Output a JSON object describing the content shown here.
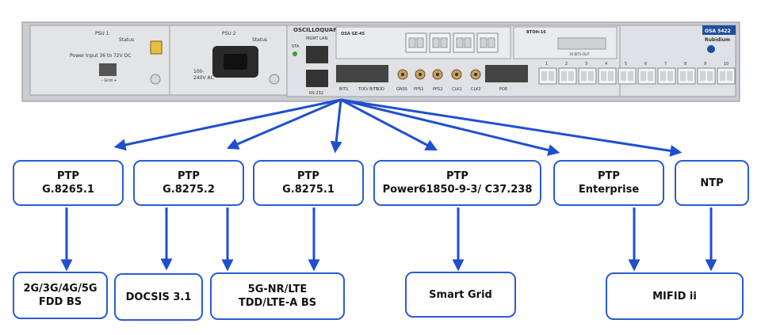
{
  "device": {
    "brand": "OSCILLOQUARTZ",
    "model": "OSA 5422",
    "model_sub": "Rubidium",
    "psu1": "PSU 1",
    "psu2": "PSU 2",
    "status1": "Status",
    "status2": "Status",
    "power_input": "Power Input 36 to 72V DC",
    "grid": "- Grid +",
    "ac_label1": "100-",
    "ac_label2": "240V AC",
    "sta": "STA",
    "mgmt_lan": "MGMT LAN",
    "rs232": "RS-232",
    "card1": "OSA GE-4S",
    "card2": "BTOH-16",
    "bits_out": "16 BITS-OUT",
    "ports": [
      "BITS",
      "TOD/ BITS",
      "TOD",
      "GNSS",
      "PPS1",
      "PPS2",
      "CLK1",
      "CLK2",
      "POE"
    ],
    "sfp_numbers": [
      "1",
      "2",
      "3",
      "4",
      "5",
      "6",
      "7",
      "8",
      "9",
      "10"
    ]
  },
  "protocols": [
    {
      "label": "PTP\nG.8265.1"
    },
    {
      "label": "PTP\nG.8275.2"
    },
    {
      "label": "PTP\nG.8275.1"
    },
    {
      "label": "PTP\nPower61850-9-3/ C37.238"
    },
    {
      "label": "PTP\nEnterprise"
    },
    {
      "label": "NTP"
    }
  ],
  "applications": [
    {
      "label": "2G/3G/4G/5G\nFDD BS"
    },
    {
      "label": "DOCSIS 3.1"
    },
    {
      "label": "5G-NR/LTE\nTDD/LTE-A BS"
    },
    {
      "label": "Smart Grid"
    },
    {
      "label": "MIFID ii"
    }
  ],
  "colors": {
    "accent": "#2a5bd7",
    "arrow": "#1f4fd0"
  }
}
